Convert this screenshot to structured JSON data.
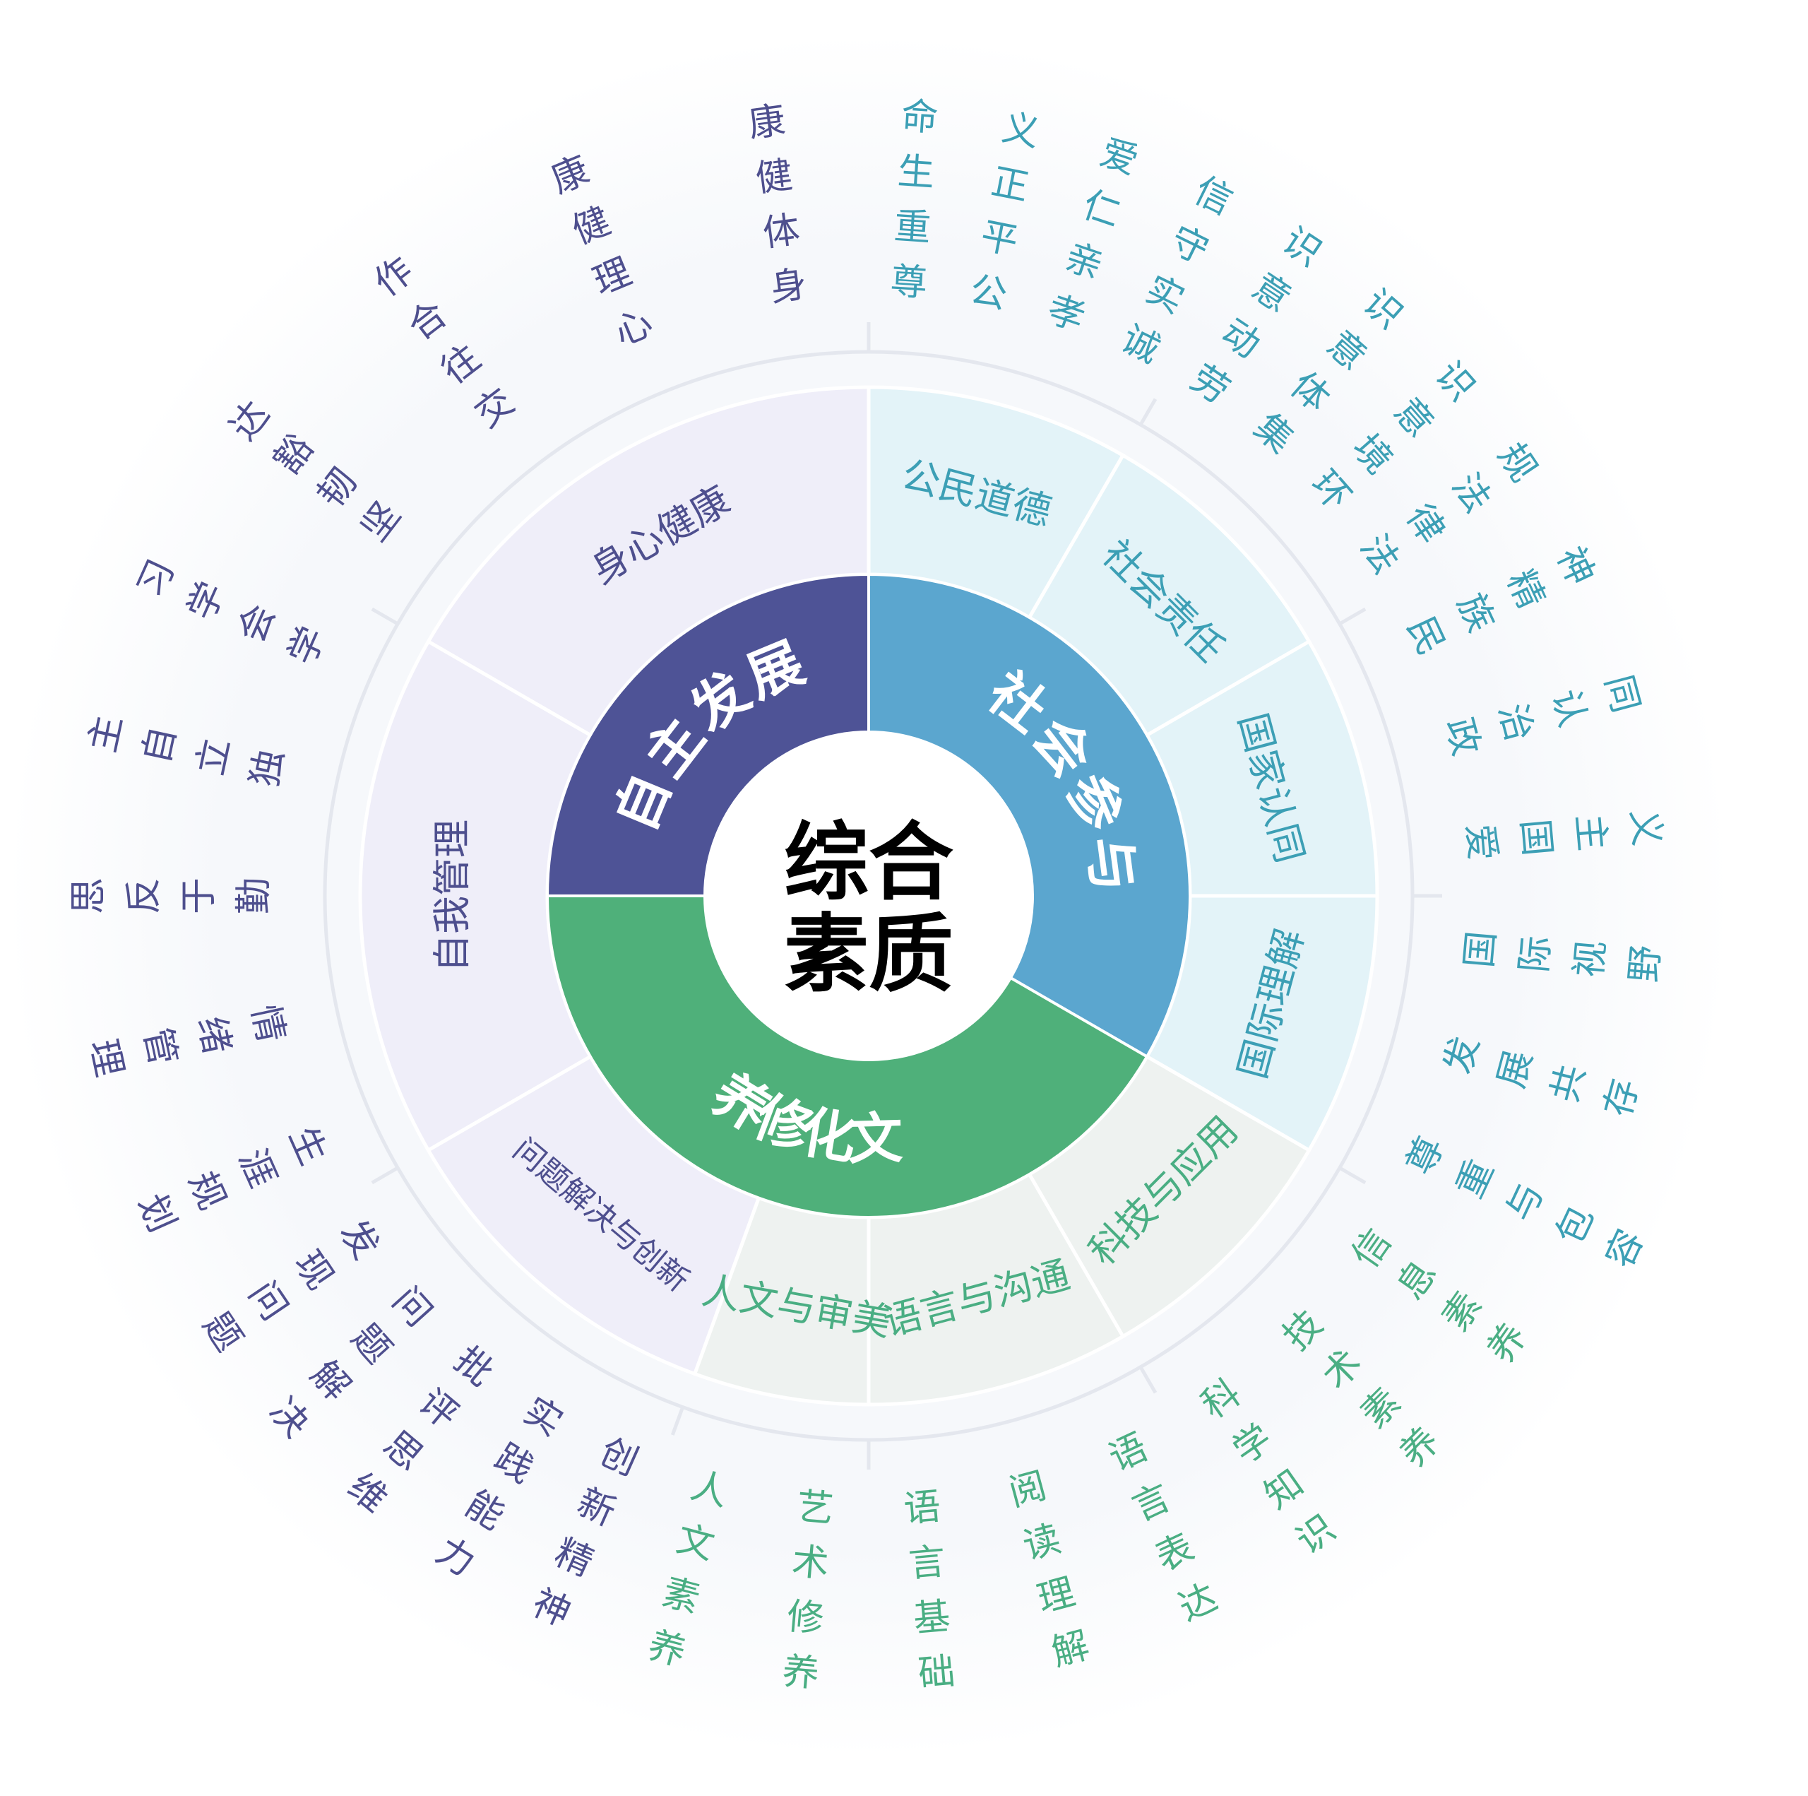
{
  "center": {
    "line1": "综合",
    "line2": "素质",
    "color": "#111111"
  },
  "colors": {
    "autonomy": "#4e5396",
    "social": "#5ba6cf",
    "culture": "#4fb07a",
    "autonomy_light": "#efeef9",
    "social_light": "#e3f3f8",
    "culture_light": "#eef2f0",
    "autonomy_text": "#4e4f8e",
    "social_text": "#3c9fb5",
    "culture_text": "#4aae83"
  },
  "core": [
    {
      "id": "autonomy",
      "label": "自主发展",
      "start": 270,
      "end": 360
    },
    {
      "id": "social",
      "label": "社会参与",
      "start": 0,
      "end": 120
    },
    {
      "id": "culture",
      "label": "文化修养",
      "start": 120,
      "end": 270
    }
  ],
  "domains": [
    {
      "group": "autonomy",
      "label": "身心健康",
      "start": 300,
      "end": 360,
      "items": [
        "坚韧豁达",
        "交往合作",
        "心理健康",
        "身体健康"
      ]
    },
    {
      "group": "autonomy",
      "label": "自我管理",
      "start": 240,
      "end": 300,
      "items": [
        "生涯规划",
        "情绪管理",
        "勤于反思",
        "独立自主",
        "学会学习"
      ]
    },
    {
      "group": "autonomy",
      "label": "问题解决与创新",
      "start": 200,
      "end": 240,
      "items": [
        "创新精神",
        "实践能力",
        "批评思维",
        "问题解决",
        "发现问题"
      ]
    },
    {
      "group": "social",
      "label": "公民道德",
      "start": 0,
      "end": 30,
      "items": [
        "尊重生命",
        "公平正义",
        "孝亲仁爱",
        "诚实守信"
      ]
    },
    {
      "group": "social",
      "label": "社会责任",
      "start": 30,
      "end": 60,
      "items": [
        "劳动意识",
        "集体意识",
        "环境意识",
        "法律法规"
      ]
    },
    {
      "group": "social",
      "label": "国家认同",
      "start": 60,
      "end": 90,
      "items": [
        "民族精神",
        "政治认同",
        "爱国主义"
      ]
    },
    {
      "group": "social",
      "label": "国际理解",
      "start": 90,
      "end": 120,
      "items": [
        "国际视野",
        "发展共存",
        "尊重与包容"
      ]
    },
    {
      "group": "culture",
      "label": "科技与应用",
      "start": 120,
      "end": 150,
      "items": [
        "信息素养",
        "技术素养",
        "科学知识"
      ]
    },
    {
      "group": "culture",
      "label": "语言与沟通",
      "start": 150,
      "end": 180,
      "items": [
        "语言表达",
        "阅读理解",
        "语言基础"
      ]
    },
    {
      "group": "culture",
      "label": "人文与审美",
      "start": 180,
      "end": 200,
      "items": [
        "艺术修养",
        "人文素养"
      ]
    }
  ]
}
